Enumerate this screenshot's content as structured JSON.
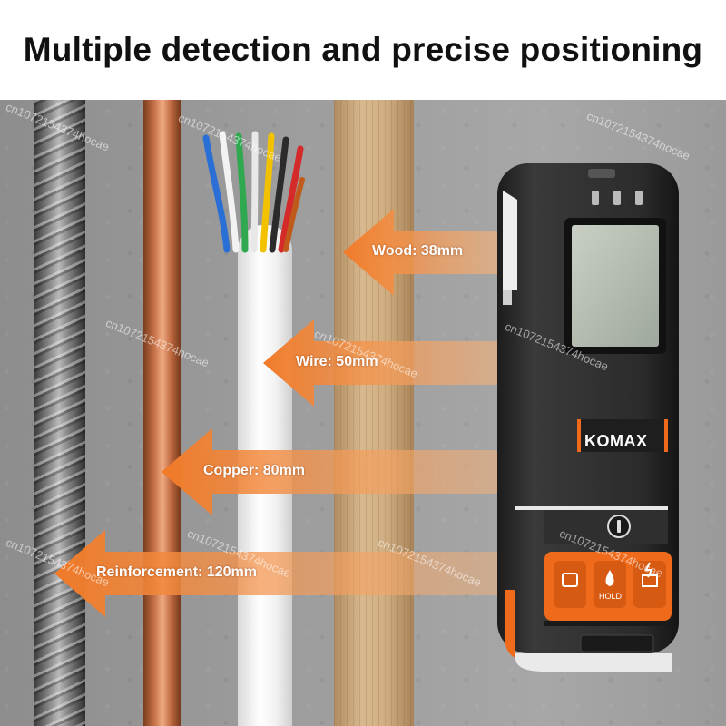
{
  "header": {
    "title": "Multiple detection and precise positioning"
  },
  "labels": {
    "wood": "Wood: 38mm",
    "wire": "Wire: 50mm",
    "copper": "Copper: 80mm",
    "reinforcement": "Reinforcement: 120mm"
  },
  "device": {
    "brand": "KOMAX",
    "hold_button": "HOLD"
  },
  "colors": {
    "arrow": "#f07a28",
    "device_accent": "#f06a1c",
    "device_body": "#2e2e2e"
  },
  "watermark": {
    "text": "cn1072154374hocae"
  }
}
